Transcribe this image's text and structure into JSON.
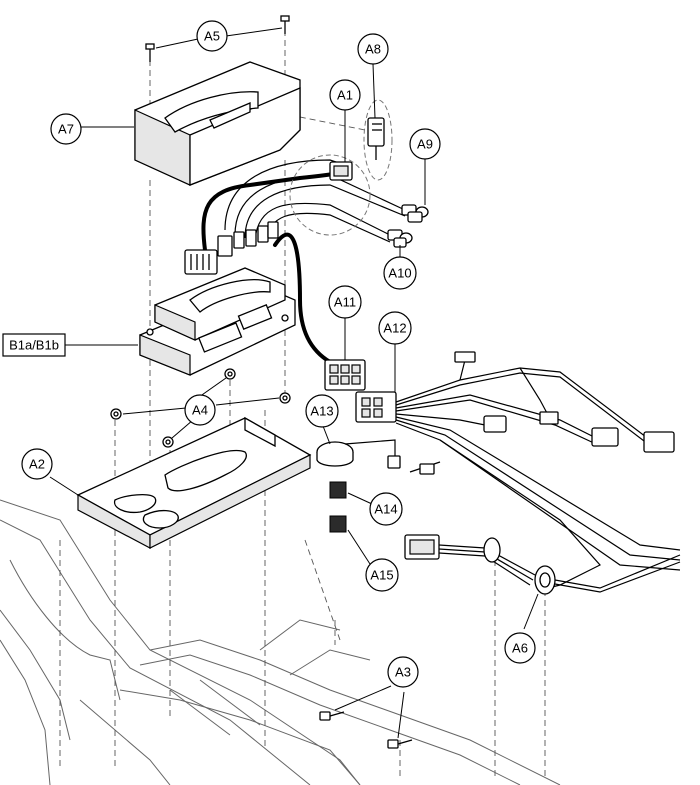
{
  "callouts": {
    "a1": "A1",
    "a2": "A2",
    "a3": "A3",
    "a4": "A4",
    "a5": "A5",
    "a6": "A6",
    "a7": "A7",
    "a8": "A8",
    "a9": "A9",
    "a10": "A10",
    "a11": "A11",
    "a12": "A12",
    "a13": "A13",
    "a14": "A14",
    "a15": "A15"
  },
  "box_label": "B1a/B1b"
}
